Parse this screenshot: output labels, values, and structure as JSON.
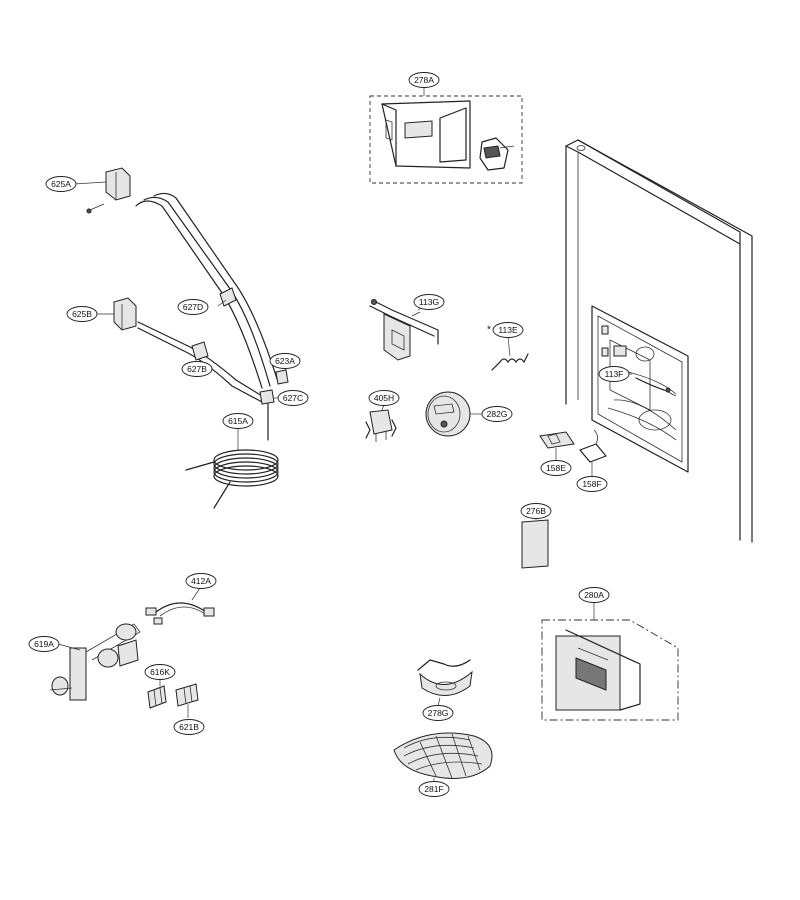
{
  "callouts": [
    {
      "id": "278A",
      "label": "278A"
    },
    {
      "id": "625A",
      "label": "625A"
    },
    {
      "id": "625B",
      "label": "625B"
    },
    {
      "id": "627D",
      "label": "627D"
    },
    {
      "id": "623A",
      "label": "623A"
    },
    {
      "id": "627B",
      "label": "627B"
    },
    {
      "id": "627C",
      "label": "627C"
    },
    {
      "id": "615A",
      "label": "615A"
    },
    {
      "id": "113G",
      "label": "113G"
    },
    {
      "id": "113E",
      "label": "113E",
      "prefix": "*"
    },
    {
      "id": "405H",
      "label": "405H"
    },
    {
      "id": "282G",
      "label": "282G"
    },
    {
      "id": "113F",
      "label": "113F"
    },
    {
      "id": "158E",
      "label": "158E"
    },
    {
      "id": "158F",
      "label": "158F"
    },
    {
      "id": "276B",
      "label": "276B"
    },
    {
      "id": "412A",
      "label": "412A"
    },
    {
      "id": "619A",
      "label": "619A"
    },
    {
      "id": "616K",
      "label": "616K"
    },
    {
      "id": "621B",
      "label": "621B"
    },
    {
      "id": "280A",
      "label": "280A"
    },
    {
      "id": "278G",
      "label": "278G"
    },
    {
      "id": "281F",
      "label": "281F"
    }
  ]
}
